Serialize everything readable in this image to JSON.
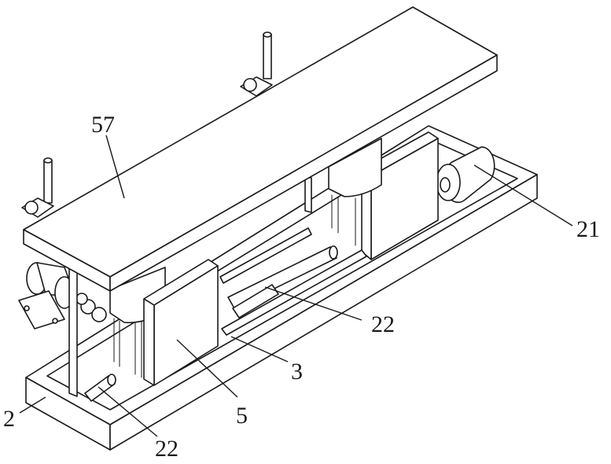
{
  "labels": {
    "top_plate": "57",
    "roller": "21",
    "shaft_right": "22",
    "rail": "3",
    "bracket": "5",
    "base": "2",
    "shaft_left": "22"
  }
}
